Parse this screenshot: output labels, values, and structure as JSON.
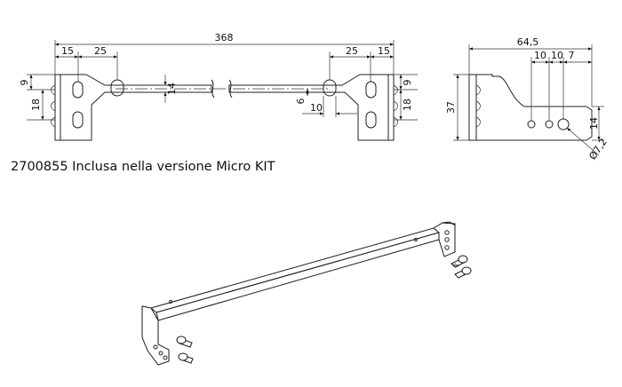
{
  "caption": "2700855 Inclusa nella versione Micro KIT",
  "dimensions": {
    "overall_length": "368",
    "left_top_a": "15",
    "left_top_b": "25",
    "right_top_a": "25",
    "right_top_b": "15",
    "left_side_a": "9",
    "left_side_b": "18",
    "center_height": "14",
    "right_side_a": "9",
    "right_side_b": "18",
    "slot_offset": "6",
    "slot_width": "10",
    "side_width": "64,5",
    "side_a": "10",
    "side_b": "10",
    "side_c": "7",
    "side_height": "37",
    "side_small_height": "14",
    "hole_diameter": "Ø7,2"
  }
}
